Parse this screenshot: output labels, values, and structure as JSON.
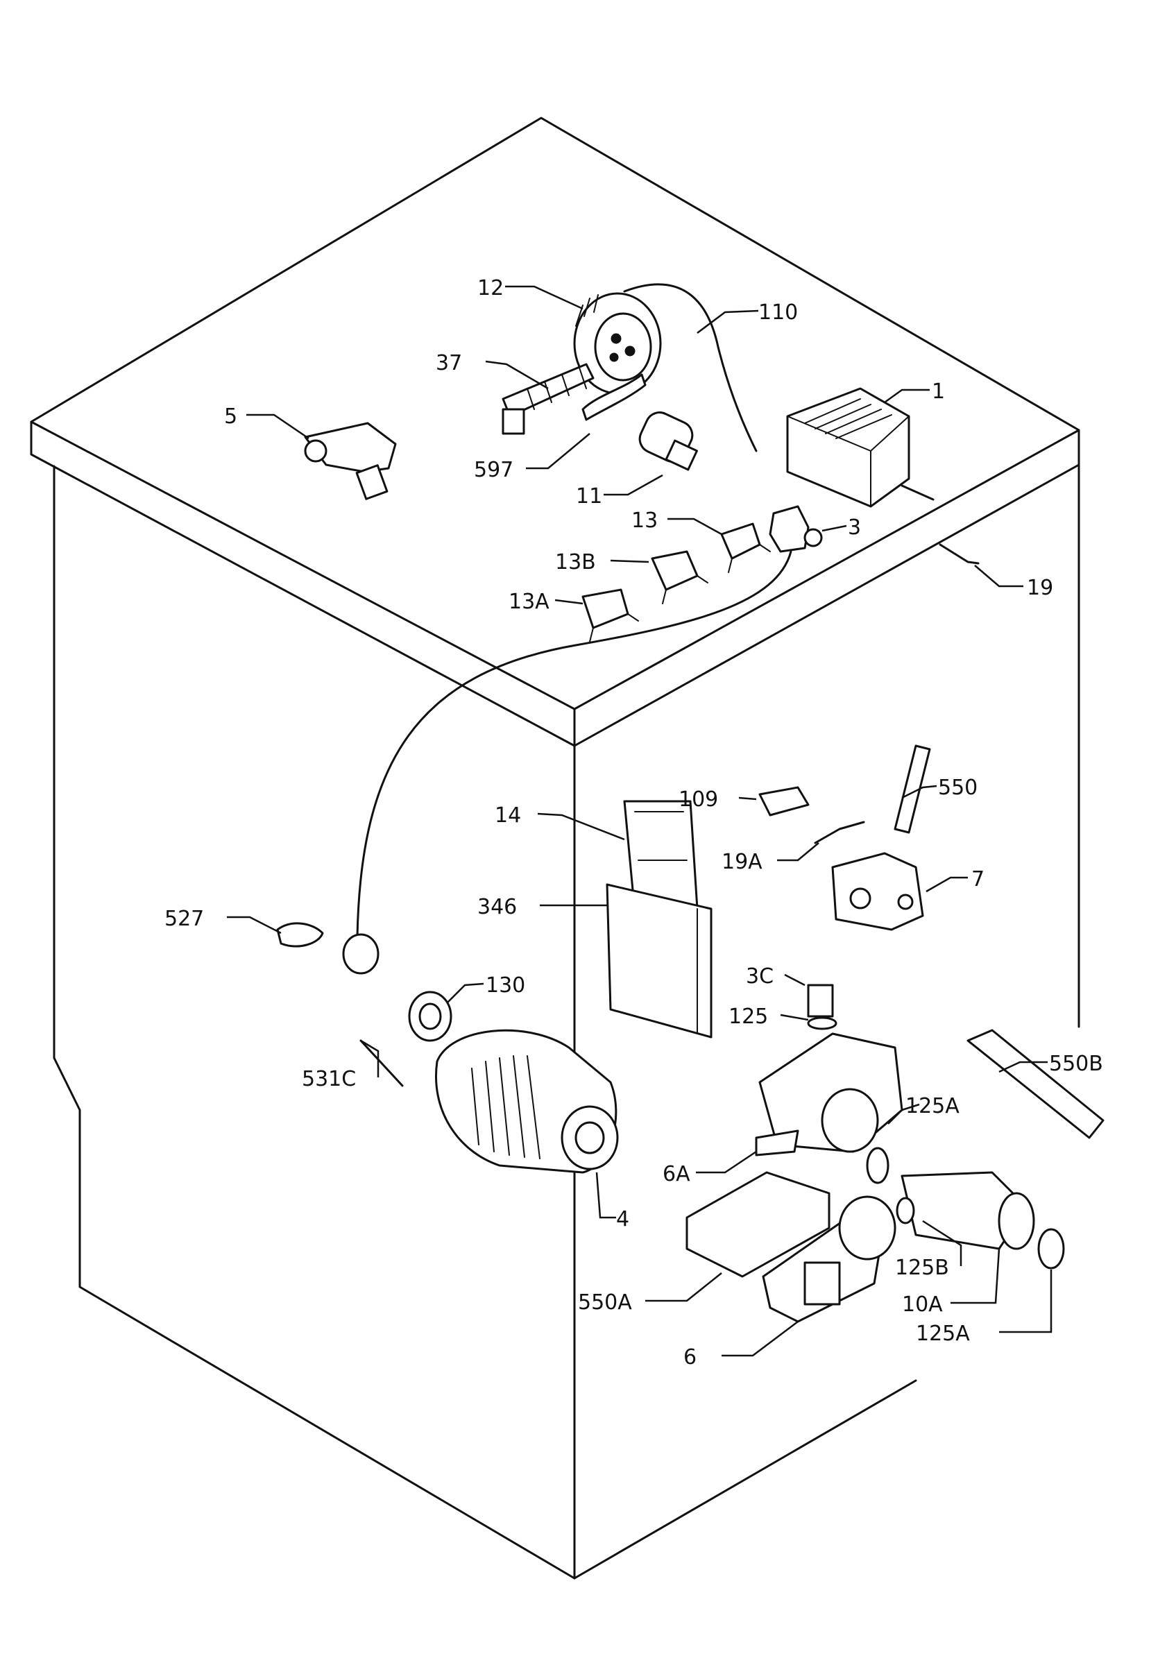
{
  "labels": {
    "p1": "1",
    "p3": "3",
    "p3c": "3C",
    "p4": "4",
    "p5": "5",
    "p6": "6",
    "p6a": "6A",
    "p7": "7",
    "p10a": "10A",
    "p11": "11",
    "p12": "12",
    "p13": "13",
    "p13a": "13A",
    "p13b": "13B",
    "p14": "14",
    "p19": "19",
    "p19a": "19A",
    "p37": "37",
    "p109": "109",
    "p110": "110",
    "p125": "125",
    "p125a_top": "125A",
    "p125a_bottom": "125A",
    "p125b": "125B",
    "p130": "130",
    "p346": "346",
    "p527": "527",
    "p531c": "531C",
    "p550": "550",
    "p550a": "550A",
    "p550b": "550B",
    "p597": "597"
  }
}
